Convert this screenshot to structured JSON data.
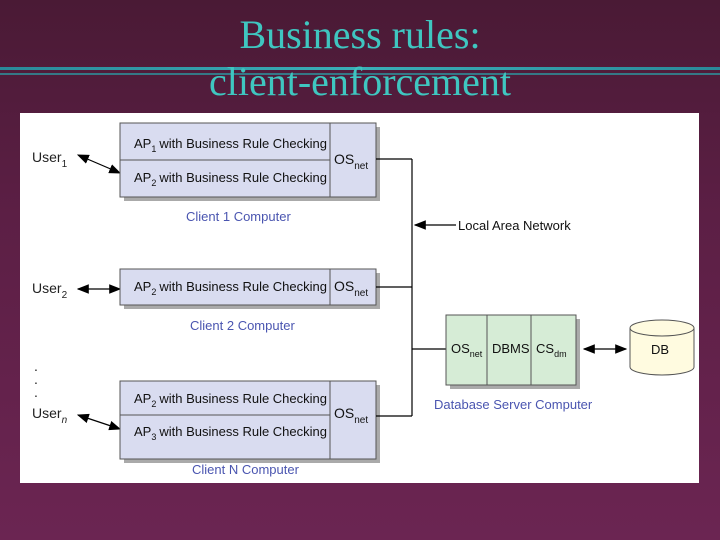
{
  "slide": {
    "title_line1": "Business rules:",
    "title_line2": "client-enforcement"
  },
  "colors": {
    "title": "#3fc6c0",
    "client_box": "#d9dcf0",
    "server_box": "#d6ecd6",
    "db_box": "#fffbe0",
    "caption": "#4a55b0"
  },
  "diagram": {
    "users": [
      {
        "base": "User",
        "sub": "1"
      },
      {
        "base": "User",
        "sub": "2"
      },
      {
        "base": "User",
        "sub": "n"
      }
    ],
    "clients": [
      {
        "rows": [
          {
            "ap": "AP",
            "ap_sub": "1",
            "text": "with Business Rule Checking"
          },
          {
            "ap": "AP",
            "ap_sub": "2",
            "text": "with Business Rule Checking"
          }
        ],
        "os": "OS",
        "os_sub": "net",
        "caption": "Client 1 Computer"
      },
      {
        "rows": [
          {
            "ap": "AP",
            "ap_sub": "2",
            "text": "with Business Rule Checking"
          }
        ],
        "os": "OS",
        "os_sub": "net",
        "caption": "Client 2 Computer"
      },
      {
        "rows": [
          {
            "ap": "AP",
            "ap_sub": "2",
            "text": "with Business Rule Checking"
          },
          {
            "ap": "AP",
            "ap_sub": "3",
            "text": "with Business Rule Checking"
          }
        ],
        "os": "OS",
        "os_sub": "net",
        "caption": "Client N Computer"
      }
    ],
    "lan_label": "Local Area Network",
    "ellipsis": ". . .",
    "server": {
      "cells": [
        {
          "base": "OS",
          "sub": "net"
        },
        {
          "base": "DBMS",
          "sub": ""
        },
        {
          "base": "CS",
          "sub": "dm"
        }
      ],
      "caption": "Database Server Computer"
    },
    "db_label": "DB"
  }
}
